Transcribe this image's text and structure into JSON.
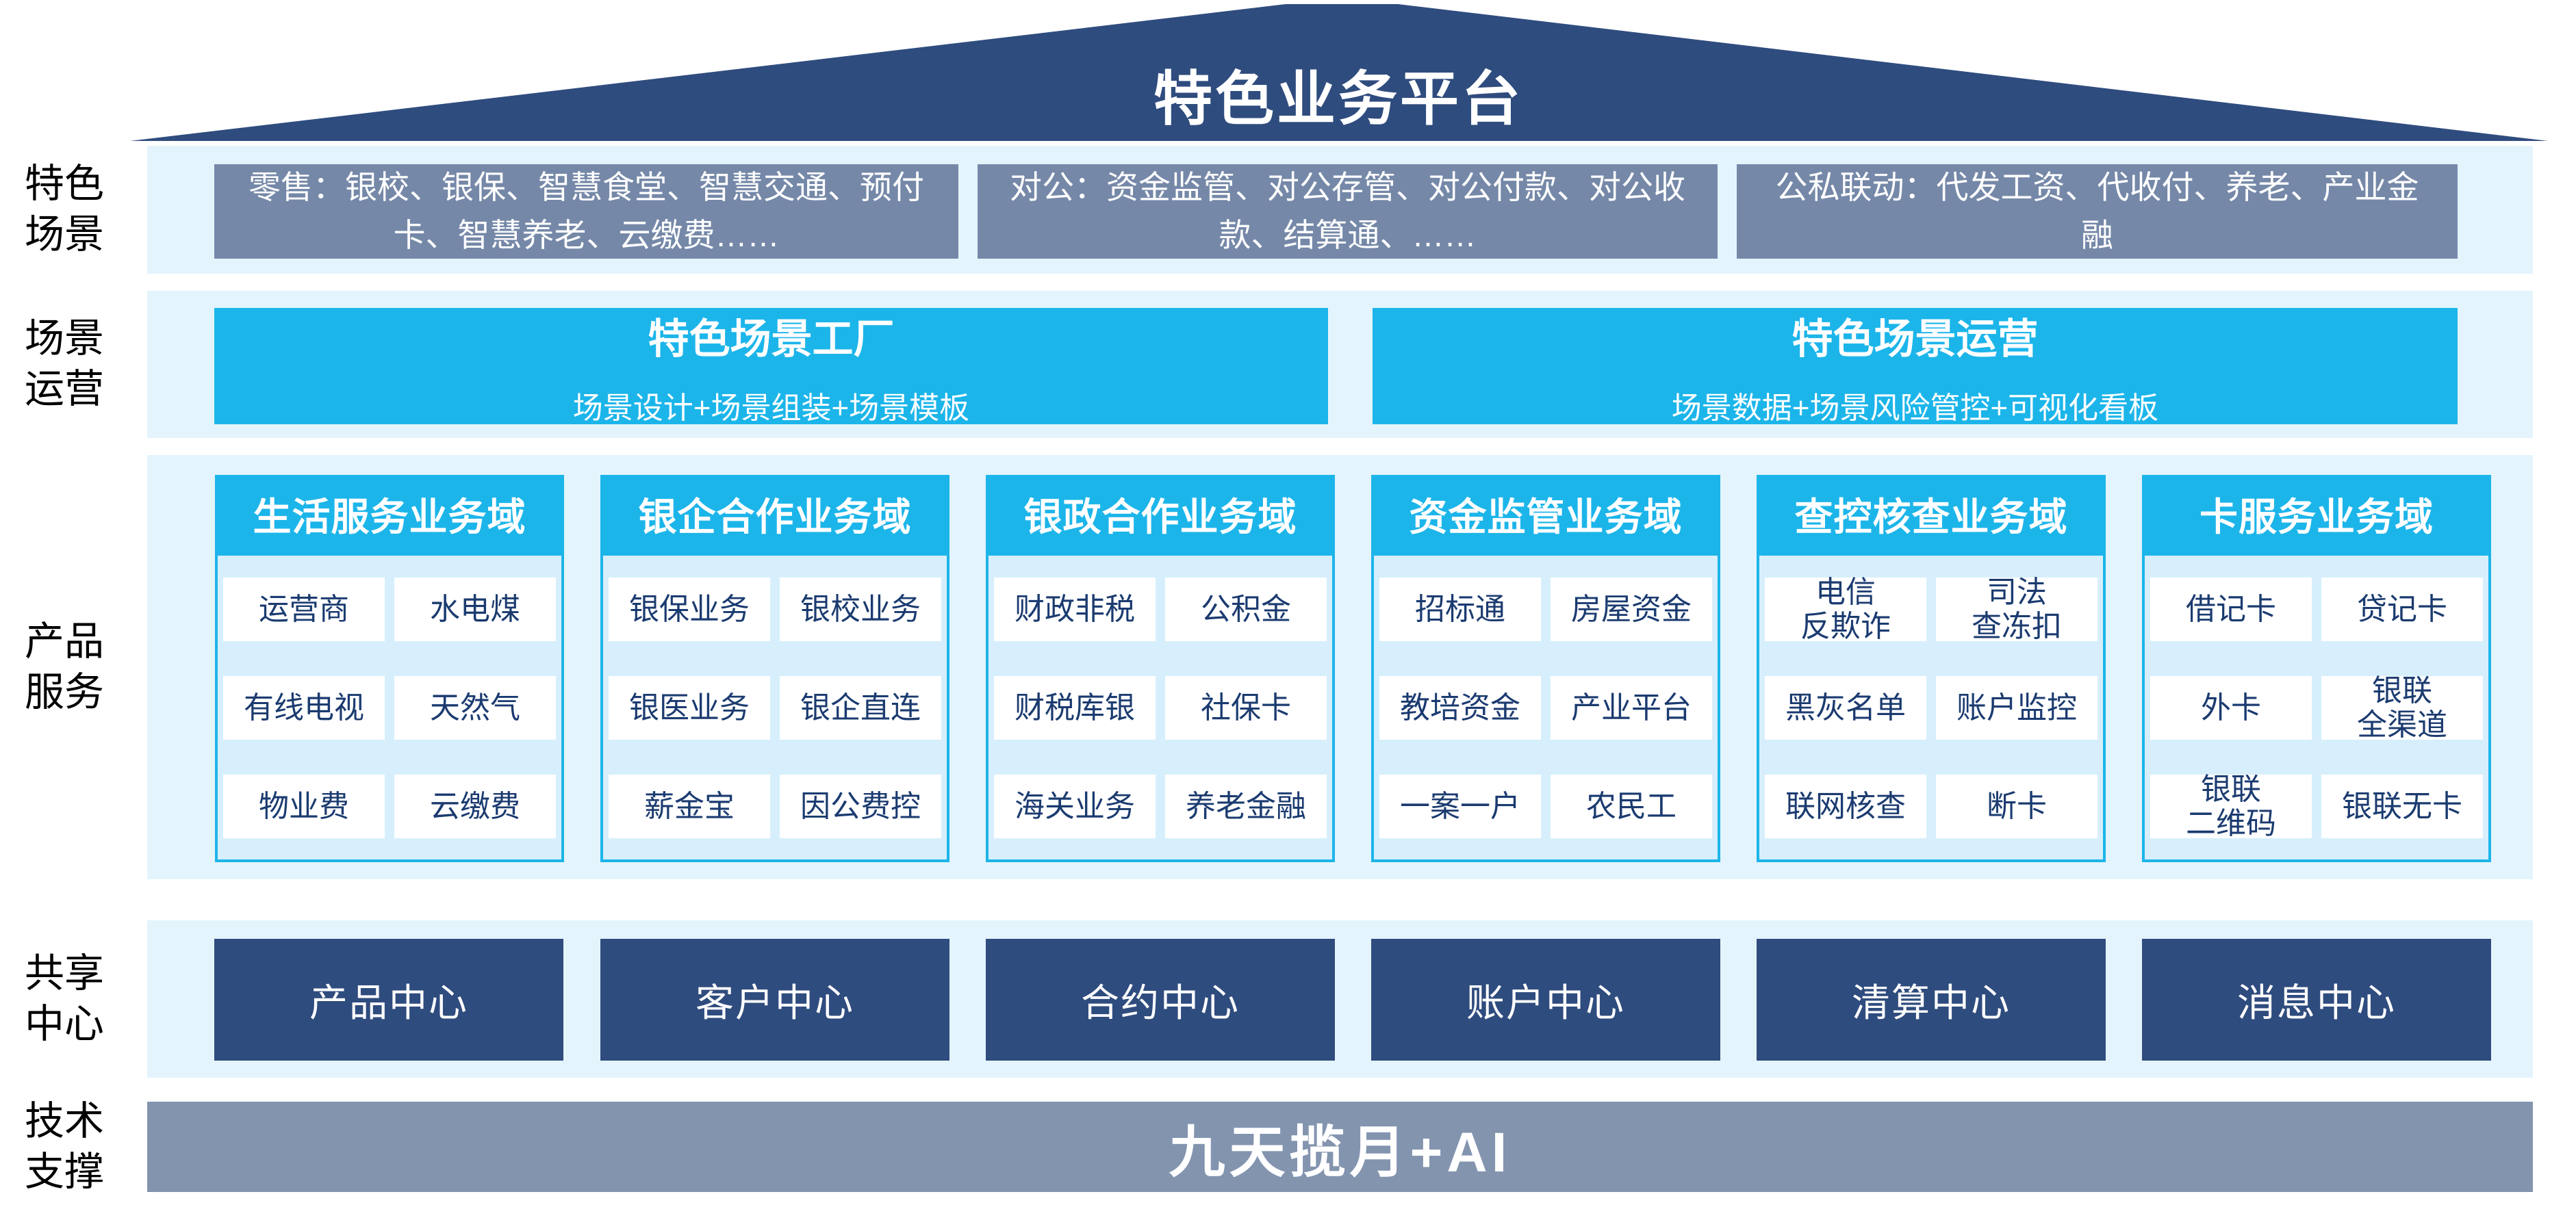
{
  "roof": {
    "title": "特色业务平台"
  },
  "side_labels": [
    "特色\n场景",
    "场景\n运营",
    "产品\n服务",
    "共享\n中心",
    "技术\n支撑"
  ],
  "scene_row": {
    "boxes": [
      "零售：银校、银保、智慧食堂、智慧交通、预付卡、智慧养老、云缴费……",
      "对公：资金监管、对公存管、对公付款、对公收款、结算通、……",
      "公私联动：代发工资、代收付、养老、产业金融"
    ]
  },
  "operation_row": {
    "boxes": [
      {
        "title": "特色场景工厂",
        "subtitle": "场景设计+场景组装+场景模板"
      },
      {
        "title": "特色场景运营",
        "subtitle": "场景数据+场景风险管控+可视化看板"
      }
    ]
  },
  "product_row": {
    "columns": [
      {
        "header": "生活服务业务域",
        "cells": [
          "运营商",
          "水电煤",
          "有线电视",
          "天然气",
          "物业费",
          "云缴费"
        ]
      },
      {
        "header": "银企合作业务域",
        "cells": [
          "银保业务",
          "银校业务",
          "银医业务",
          "银企直连",
          "薪金宝",
          "因公费控"
        ]
      },
      {
        "header": "银政合作业务域",
        "cells": [
          "财政非税",
          "公积金",
          "财税库银",
          "社保卡",
          "海关业务",
          "养老金融"
        ]
      },
      {
        "header": "资金监管业务域",
        "cells": [
          "招标通",
          "房屋资金",
          "教培资金",
          "产业平台",
          "一案一户",
          "农民工"
        ]
      },
      {
        "header": "查控核查业务域",
        "cells": [
          "电信\n反欺诈",
          "司法\n查冻扣",
          "黑灰名单",
          "账户监控",
          "联网核查",
          "断卡"
        ]
      },
      {
        "header": "卡服务业务域",
        "cells": [
          "借记卡",
          "贷记卡",
          "外卡",
          "银联\n全渠道",
          "银联\n二维码",
          "银联无卡"
        ]
      }
    ]
  },
  "share_row": {
    "boxes": [
      "产品中心",
      "客户中心",
      "合约中心",
      "账户中心",
      "清算中心",
      "消息中心"
    ]
  },
  "tech_row": {
    "label": "九天揽月+AI"
  },
  "colors": {
    "roof_navy": "#2F4C7E",
    "band_light_blue": "#E4F4FD",
    "scene_slate": "#7588A8",
    "accent_cyan": "#1CB5EA",
    "panel_blue": "#D7EFFC",
    "cell_text_navy": "#1B3B70",
    "center_navy": "#2F4C7E",
    "tech_gray": "#8394AF"
  }
}
